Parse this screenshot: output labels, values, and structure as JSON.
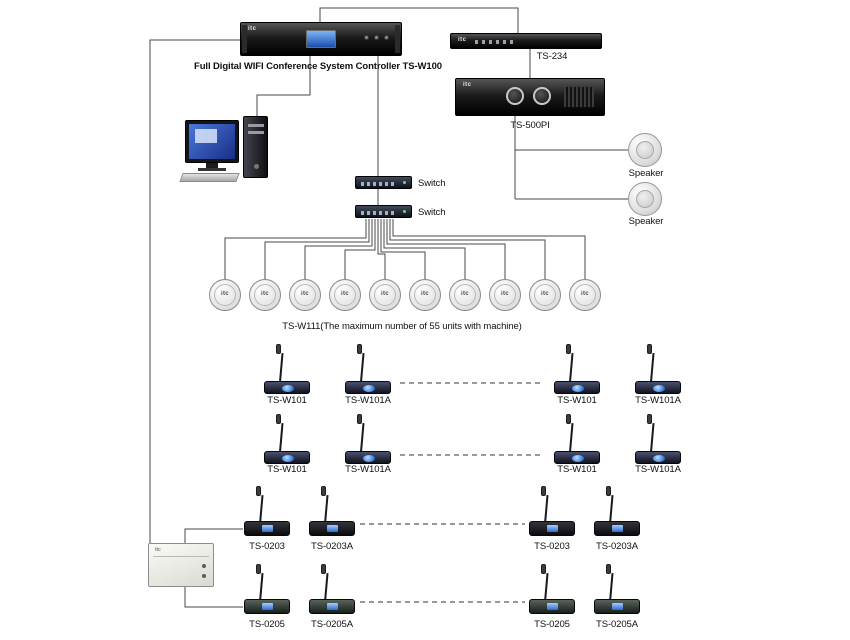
{
  "brand": "itc",
  "labels": {
    "controller": "Full Digital WIFI Conference System Controller TS-W100",
    "ts234": "TS-234",
    "ts500pi": "TS-500PI",
    "speaker_top": "Speaker",
    "speaker_bottom": "Speaker",
    "switch_top": "Switch",
    "switch_bottom": "Switch",
    "wifi_row": "TS-W111(The maximum number of 55 units with machine)"
  },
  "mic_labels": {
    "row1": [
      "TS-W101",
      "TS-W101A",
      "TS-W101",
      "TS-W101A"
    ],
    "row2": [
      "TS-W101",
      "TS-W101A",
      "TS-W101",
      "TS-W101A"
    ],
    "row3": [
      "TS-0203",
      "TS-0203A",
      "TS-0203",
      "TS-0203A"
    ],
    "row4": [
      "TS-0205",
      "TS-0205A",
      "TS-0205",
      "TS-0205A"
    ]
  }
}
